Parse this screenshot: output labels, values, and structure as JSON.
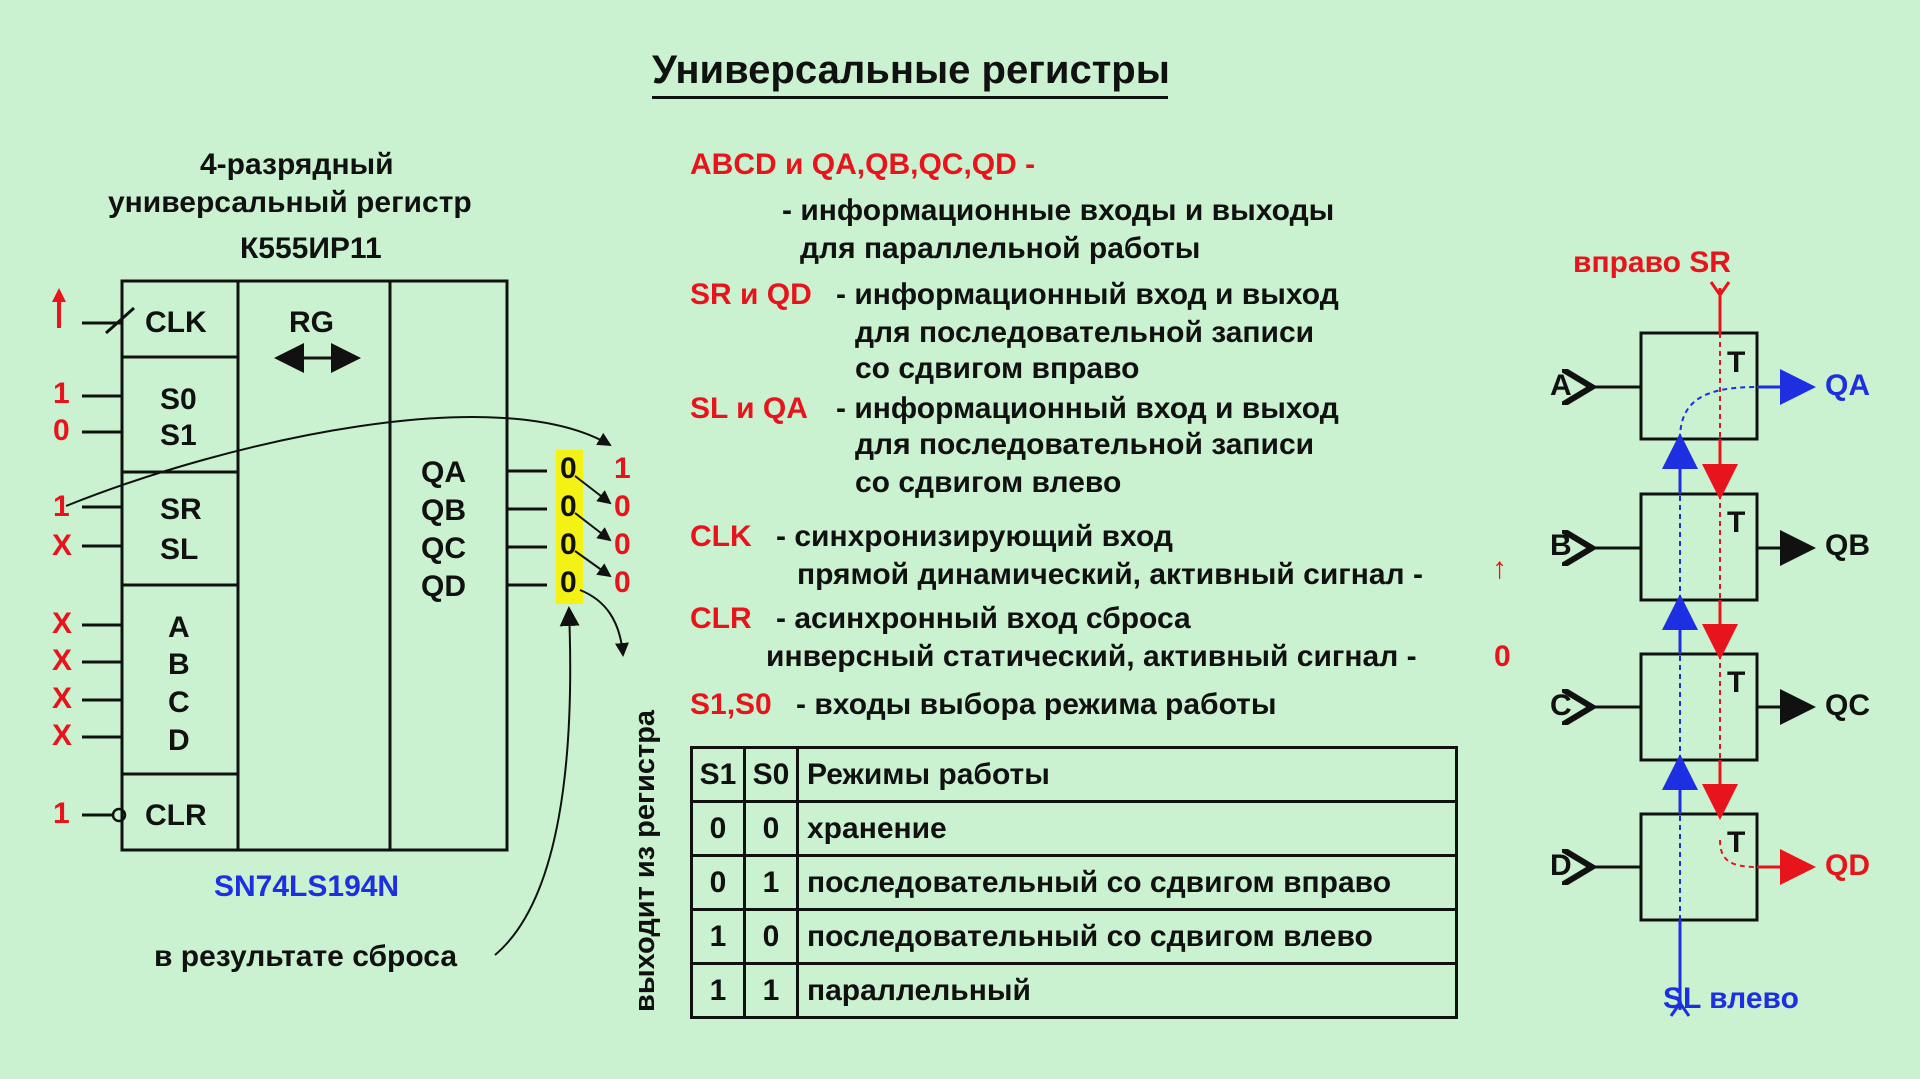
{
  "title": "Универсальные регистры",
  "chip": {
    "caption_lines": [
      "4-разрядный",
      "универсальный регистр",
      "К555ИР11"
    ],
    "part_number": "SN74LS194N",
    "rg_label": "RG",
    "pins_left": [
      "CLK",
      "S0",
      "S1",
      "SR",
      "SL",
      "A",
      "B",
      "C",
      "D",
      "CLR"
    ],
    "pins_right": [
      "QA",
      "QB",
      "QC",
      "QD"
    ],
    "input_values": {
      "clk": "↑",
      "s0": "1",
      "s1": "0",
      "sr": "1",
      "sl": "X",
      "a": "X",
      "b": "X",
      "c": "X",
      "d": "X",
      "clr": "1"
    },
    "outputs_after_reset": [
      "0",
      "0",
      "0",
      "0"
    ],
    "outputs_shift": [
      "1",
      "0",
      "0",
      "0"
    ],
    "note_reset": "в результате сброса",
    "note_output": "выходит из регистра"
  },
  "descriptions": [
    {
      "key": "ABCD и QA,QB,QC,QD -",
      "lines": [
        "- информационные входы и выходы",
        "для параллельной работы"
      ]
    },
    {
      "key": "SR и QD",
      "lines": [
        "- информационный вход и выход",
        "для последовательной записи",
        "со сдвигом вправо"
      ]
    },
    {
      "key": "SL и QA",
      "lines": [
        "- информационный вход и выход",
        "для последовательной записи",
        "со сдвигом влево"
      ]
    },
    {
      "key": "CLK",
      "lines": [
        "- синхронизирующий вход",
        "прямой динамический, активный сигнал -"
      ],
      "active": "↑"
    },
    {
      "key": "CLR",
      "lines": [
        "- асинхронный вход сброса",
        "инверсный статический, активный сигнал -"
      ],
      "active": "0"
    },
    {
      "key": "S1,S0",
      "lines": [
        "- входы выбора режима работы"
      ]
    }
  ],
  "mode_table": {
    "headers": [
      "S1",
      "S0",
      "Режимы работы"
    ],
    "rows": [
      [
        "0",
        "0",
        "хранение"
      ],
      [
        "0",
        "1",
        "последовательный со сдвигом вправо"
      ],
      [
        "1",
        "0",
        "последовательный со сдвигом влево"
      ],
      [
        "1",
        "1",
        "параллельный"
      ]
    ]
  },
  "shift_diagram": {
    "top_label": "вправо SR",
    "bottom_label": "SL влево",
    "inputs": [
      "A",
      "B",
      "C",
      "D"
    ],
    "outputs": [
      "QA",
      "QB",
      "QC",
      "QD"
    ],
    "cell_label": "T"
  },
  "colors": {
    "background": "#cbf2d0",
    "accent_red": "#e8141c",
    "accent_blue": "#1d2fe0",
    "highlight": "#f4f214"
  }
}
